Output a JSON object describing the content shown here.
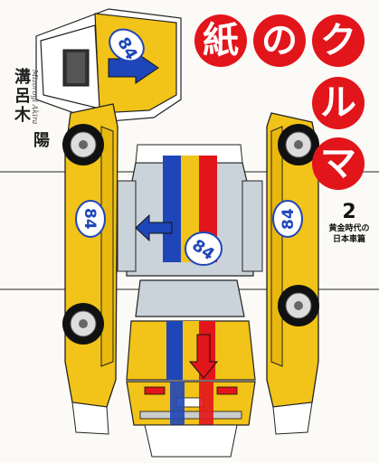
{
  "title": {
    "chars": [
      "紙",
      "の",
      "ク",
      "ル",
      "マ"
    ]
  },
  "author": {
    "surname": "溝呂木",
    "given": "陽",
    "romaji": "Mizorogi Akira"
  },
  "volume": {
    "number": "2",
    "subtitle_line1": "黄金時代の",
    "subtitle_line2": "日本車篇"
  },
  "car": {
    "race_number": "84",
    "colors": {
      "body": "#f2c318",
      "stripe_red": "#e2151b",
      "stripe_blue": "#1f46b8",
      "window": "#c9d3d9",
      "outline": "#1a1a1a"
    }
  }
}
